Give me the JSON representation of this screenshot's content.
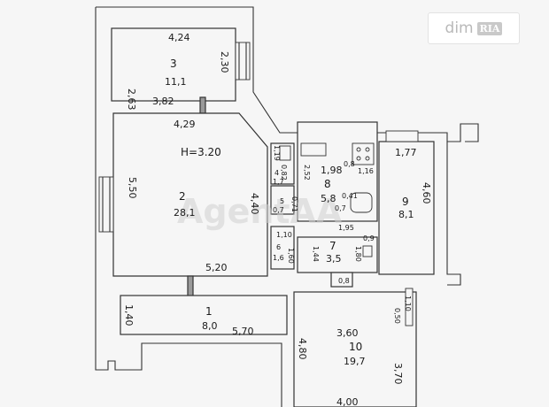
{
  "brand": {
    "logo": "dim",
    "logo_badge": "RIA",
    "watermark": "AgentAA"
  },
  "rooms": [
    {
      "id": "3",
      "area": "11,1"
    },
    {
      "id": "2",
      "area": "28,1",
      "height": "H=3.20"
    },
    {
      "id": "4",
      "area": "1,7"
    },
    {
      "id": "5",
      "area": "0,7"
    },
    {
      "id": "6",
      "area": "1,6"
    },
    {
      "id": "7",
      "area": "3,5"
    },
    {
      "id": "8",
      "area": "5,8"
    },
    {
      "id": "9",
      "area": "8,1"
    },
    {
      "id": "1",
      "area": "8,0"
    },
    {
      "id": "10",
      "area": "19,7"
    }
  ],
  "dimensions": {
    "r3_top": "4,24",
    "r3_left": "2,63",
    "r3_right": "2,30",
    "r3_bottom": "3,82",
    "r2_top": "4,29",
    "r2_left": "5,50",
    "r2_right": "4,40",
    "r2_bottom": "5,20",
    "r4_a": "0,82",
    "r4_b": "1,19",
    "r5_a": "0,71",
    "r6_a": "1,10",
    "r6_b": "1,60",
    "r7_a": "1,44",
    "r7_b": "1,95",
    "r7_c": "1,80",
    "r7_d": "0,8",
    "r7_e": "0,9",
    "r8_a": "1,98",
    "r8_b": "2,52",
    "r8_c": "0,8",
    "r8_d": "1,16",
    "r8_e": "0,41",
    "r8_f": "0,7",
    "r9_top": "1,77",
    "r9_right": "4,60",
    "r1_left": "1,40",
    "r1_bottom": "5,70",
    "r10_top": "3,60",
    "r10_left": "4,80",
    "r10_right": "3,70",
    "r10_bottom": "4,00",
    "r10_a": "0,50",
    "r10_b": "1,10"
  }
}
